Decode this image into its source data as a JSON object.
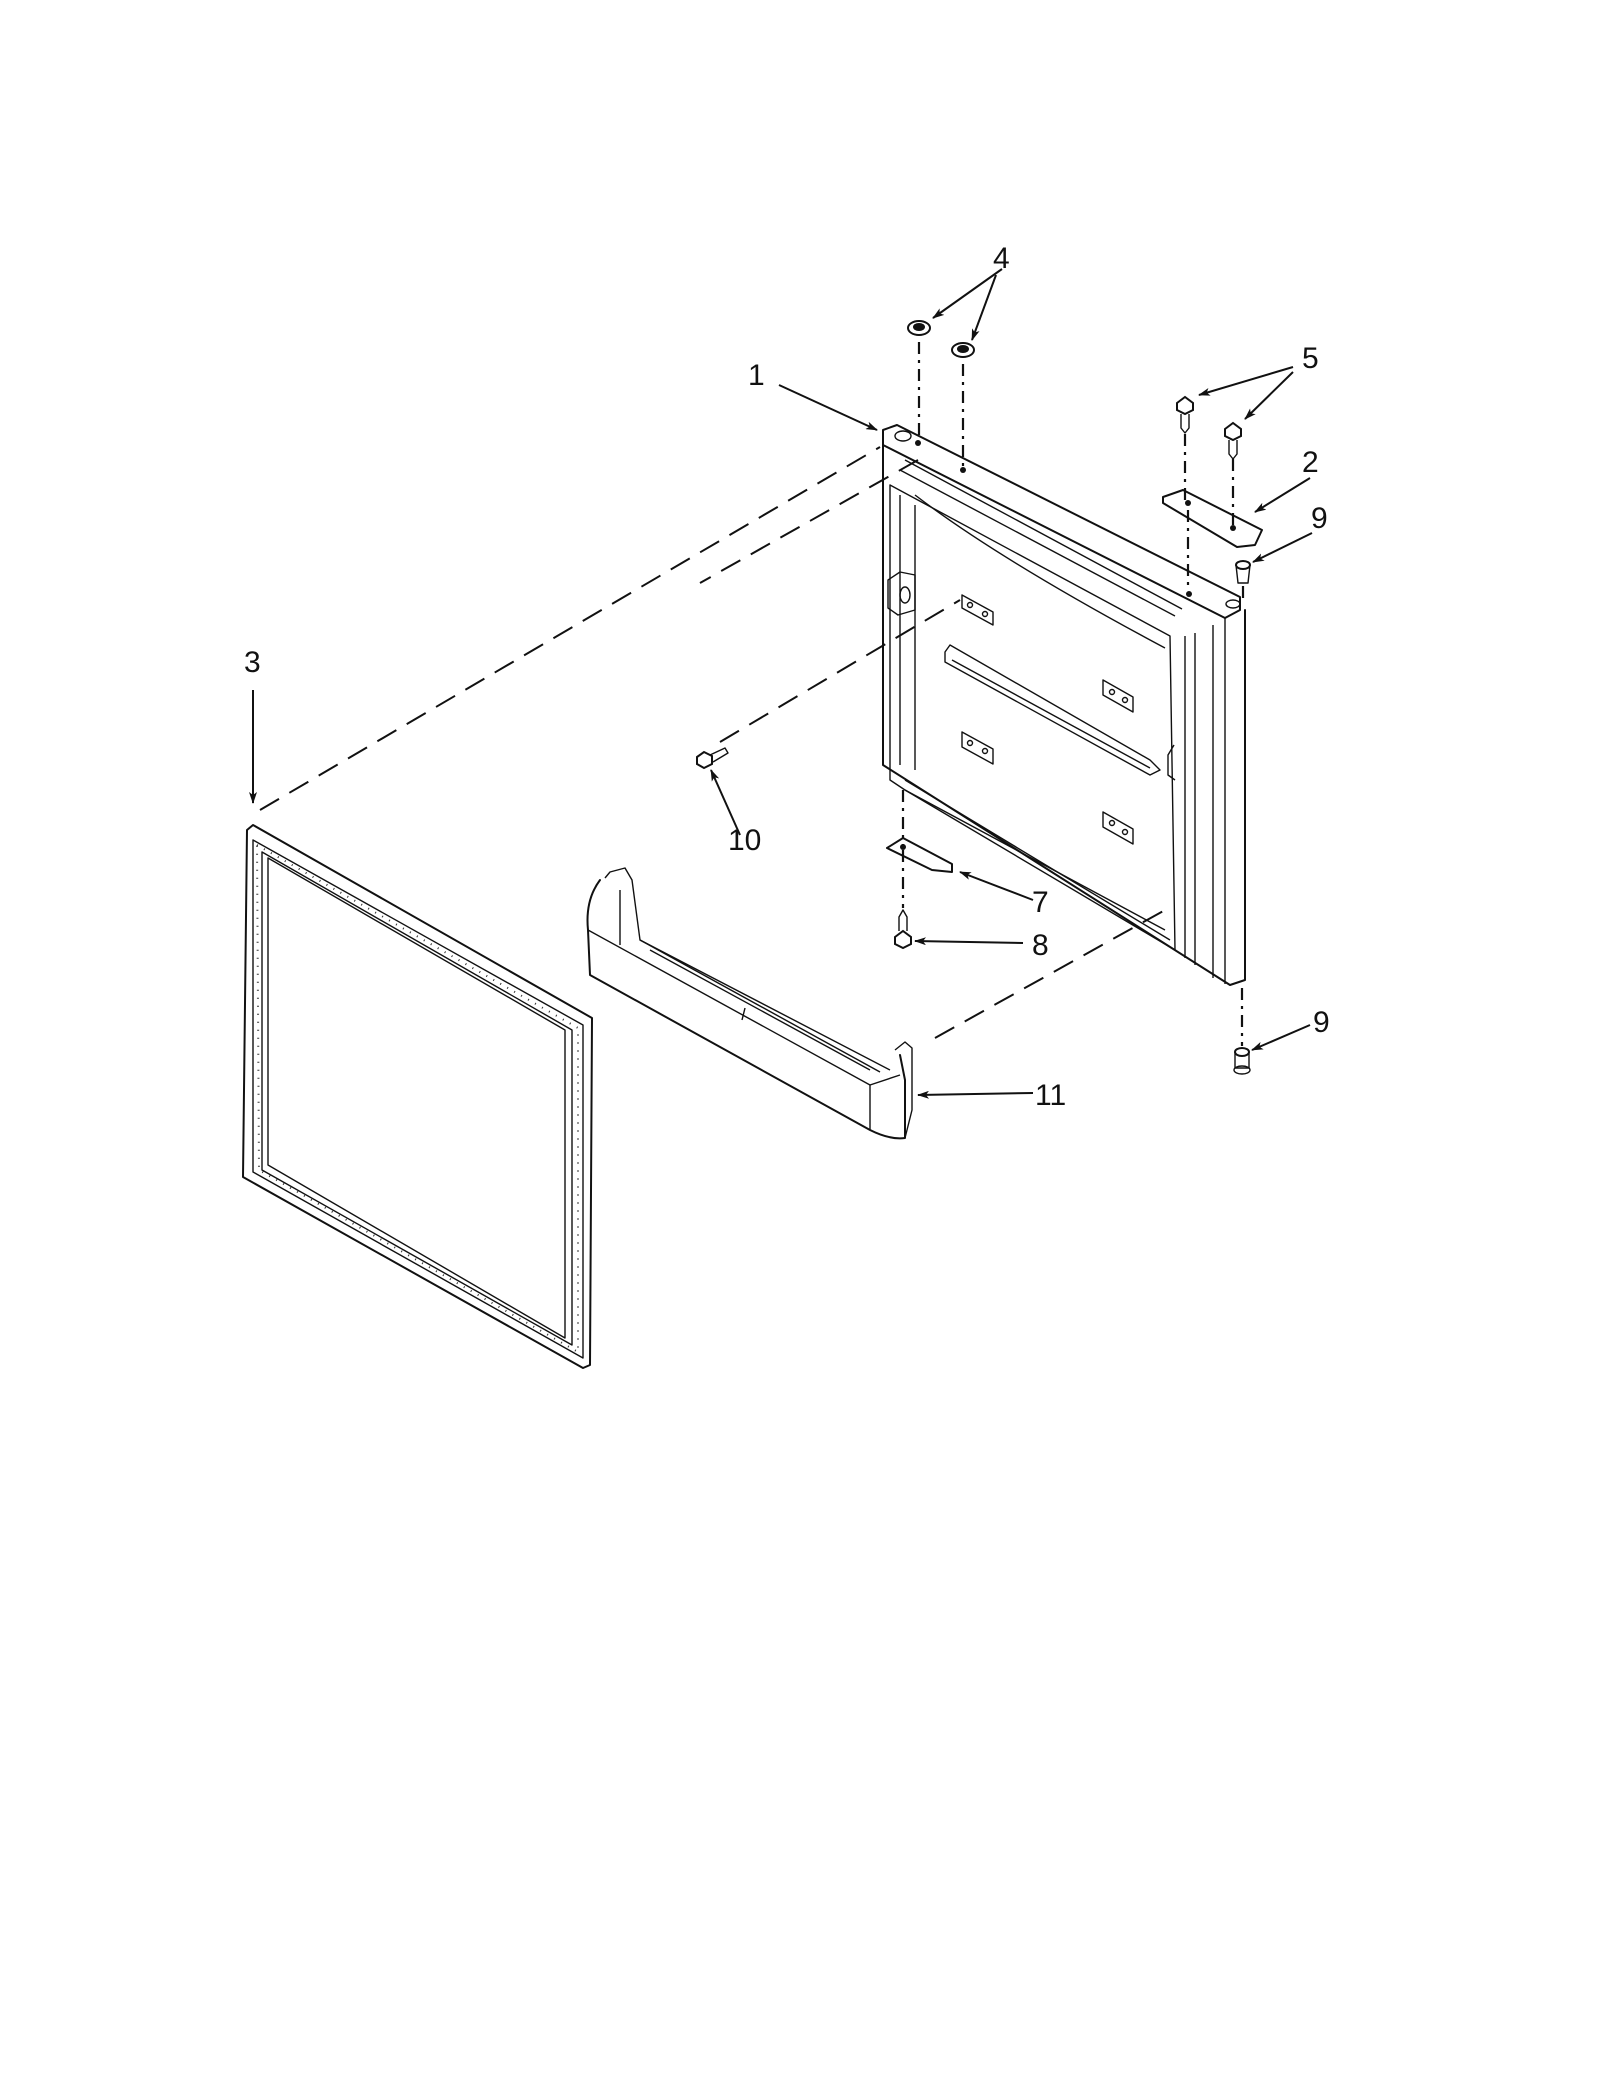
{
  "diagram": {
    "title": "",
    "type": "exploded-parts-diagram",
    "subject": "refrigerator freezer door assembly",
    "line_color": "#111111",
    "background": "#ffffff",
    "callouts": [
      {
        "id": "c1",
        "label": "1",
        "part": "door"
      },
      {
        "id": "c2",
        "label": "2",
        "part": "hinge-bracket-plate"
      },
      {
        "id": "c3",
        "label": "3",
        "part": "door-gasket"
      },
      {
        "id": "c4",
        "label": "4",
        "part": "plug-buttons"
      },
      {
        "id": "c5",
        "label": "5",
        "part": "hinge-screws"
      },
      {
        "id": "c7",
        "label": "7",
        "part": "door-stop-bracket"
      },
      {
        "id": "c8",
        "label": "8",
        "part": "stop-screw"
      },
      {
        "id": "c9a",
        "label": "9",
        "part": "hinge-bushing-top"
      },
      {
        "id": "c9b",
        "label": "9",
        "part": "hinge-bushing-bottom"
      },
      {
        "id": "c10",
        "label": "10",
        "part": "shelf-screw"
      },
      {
        "id": "c11",
        "label": "11",
        "part": "door-shelf-bin"
      }
    ]
  }
}
